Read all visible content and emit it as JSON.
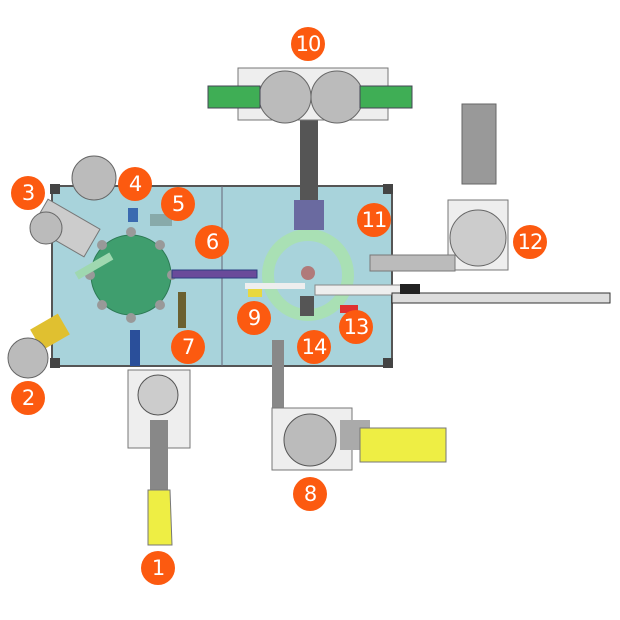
{
  "diagram": {
    "callouts": [
      {
        "id": 1,
        "label": "1"
      },
      {
        "id": 2,
        "label": "2"
      },
      {
        "id": 3,
        "label": "3"
      },
      {
        "id": 4,
        "label": "4"
      },
      {
        "id": 5,
        "label": "5"
      },
      {
        "id": 6,
        "label": "6"
      },
      {
        "id": 7,
        "label": "7"
      },
      {
        "id": 8,
        "label": "8"
      },
      {
        "id": 9,
        "label": "9"
      },
      {
        "id": 10,
        "label": "10"
      },
      {
        "id": 11,
        "label": "11"
      },
      {
        "id": 12,
        "label": "12"
      },
      {
        "id": 13,
        "label": "13"
      },
      {
        "id": 14,
        "label": "14"
      }
    ],
    "colors": {
      "callout": "#fc5a10",
      "table": "#a8d3db",
      "dial_left": "#3f9e6e",
      "dial_right": "#a9e0b4",
      "feeder_yellow": "#eeee44",
      "bowl": "#b8b8b8"
    }
  }
}
